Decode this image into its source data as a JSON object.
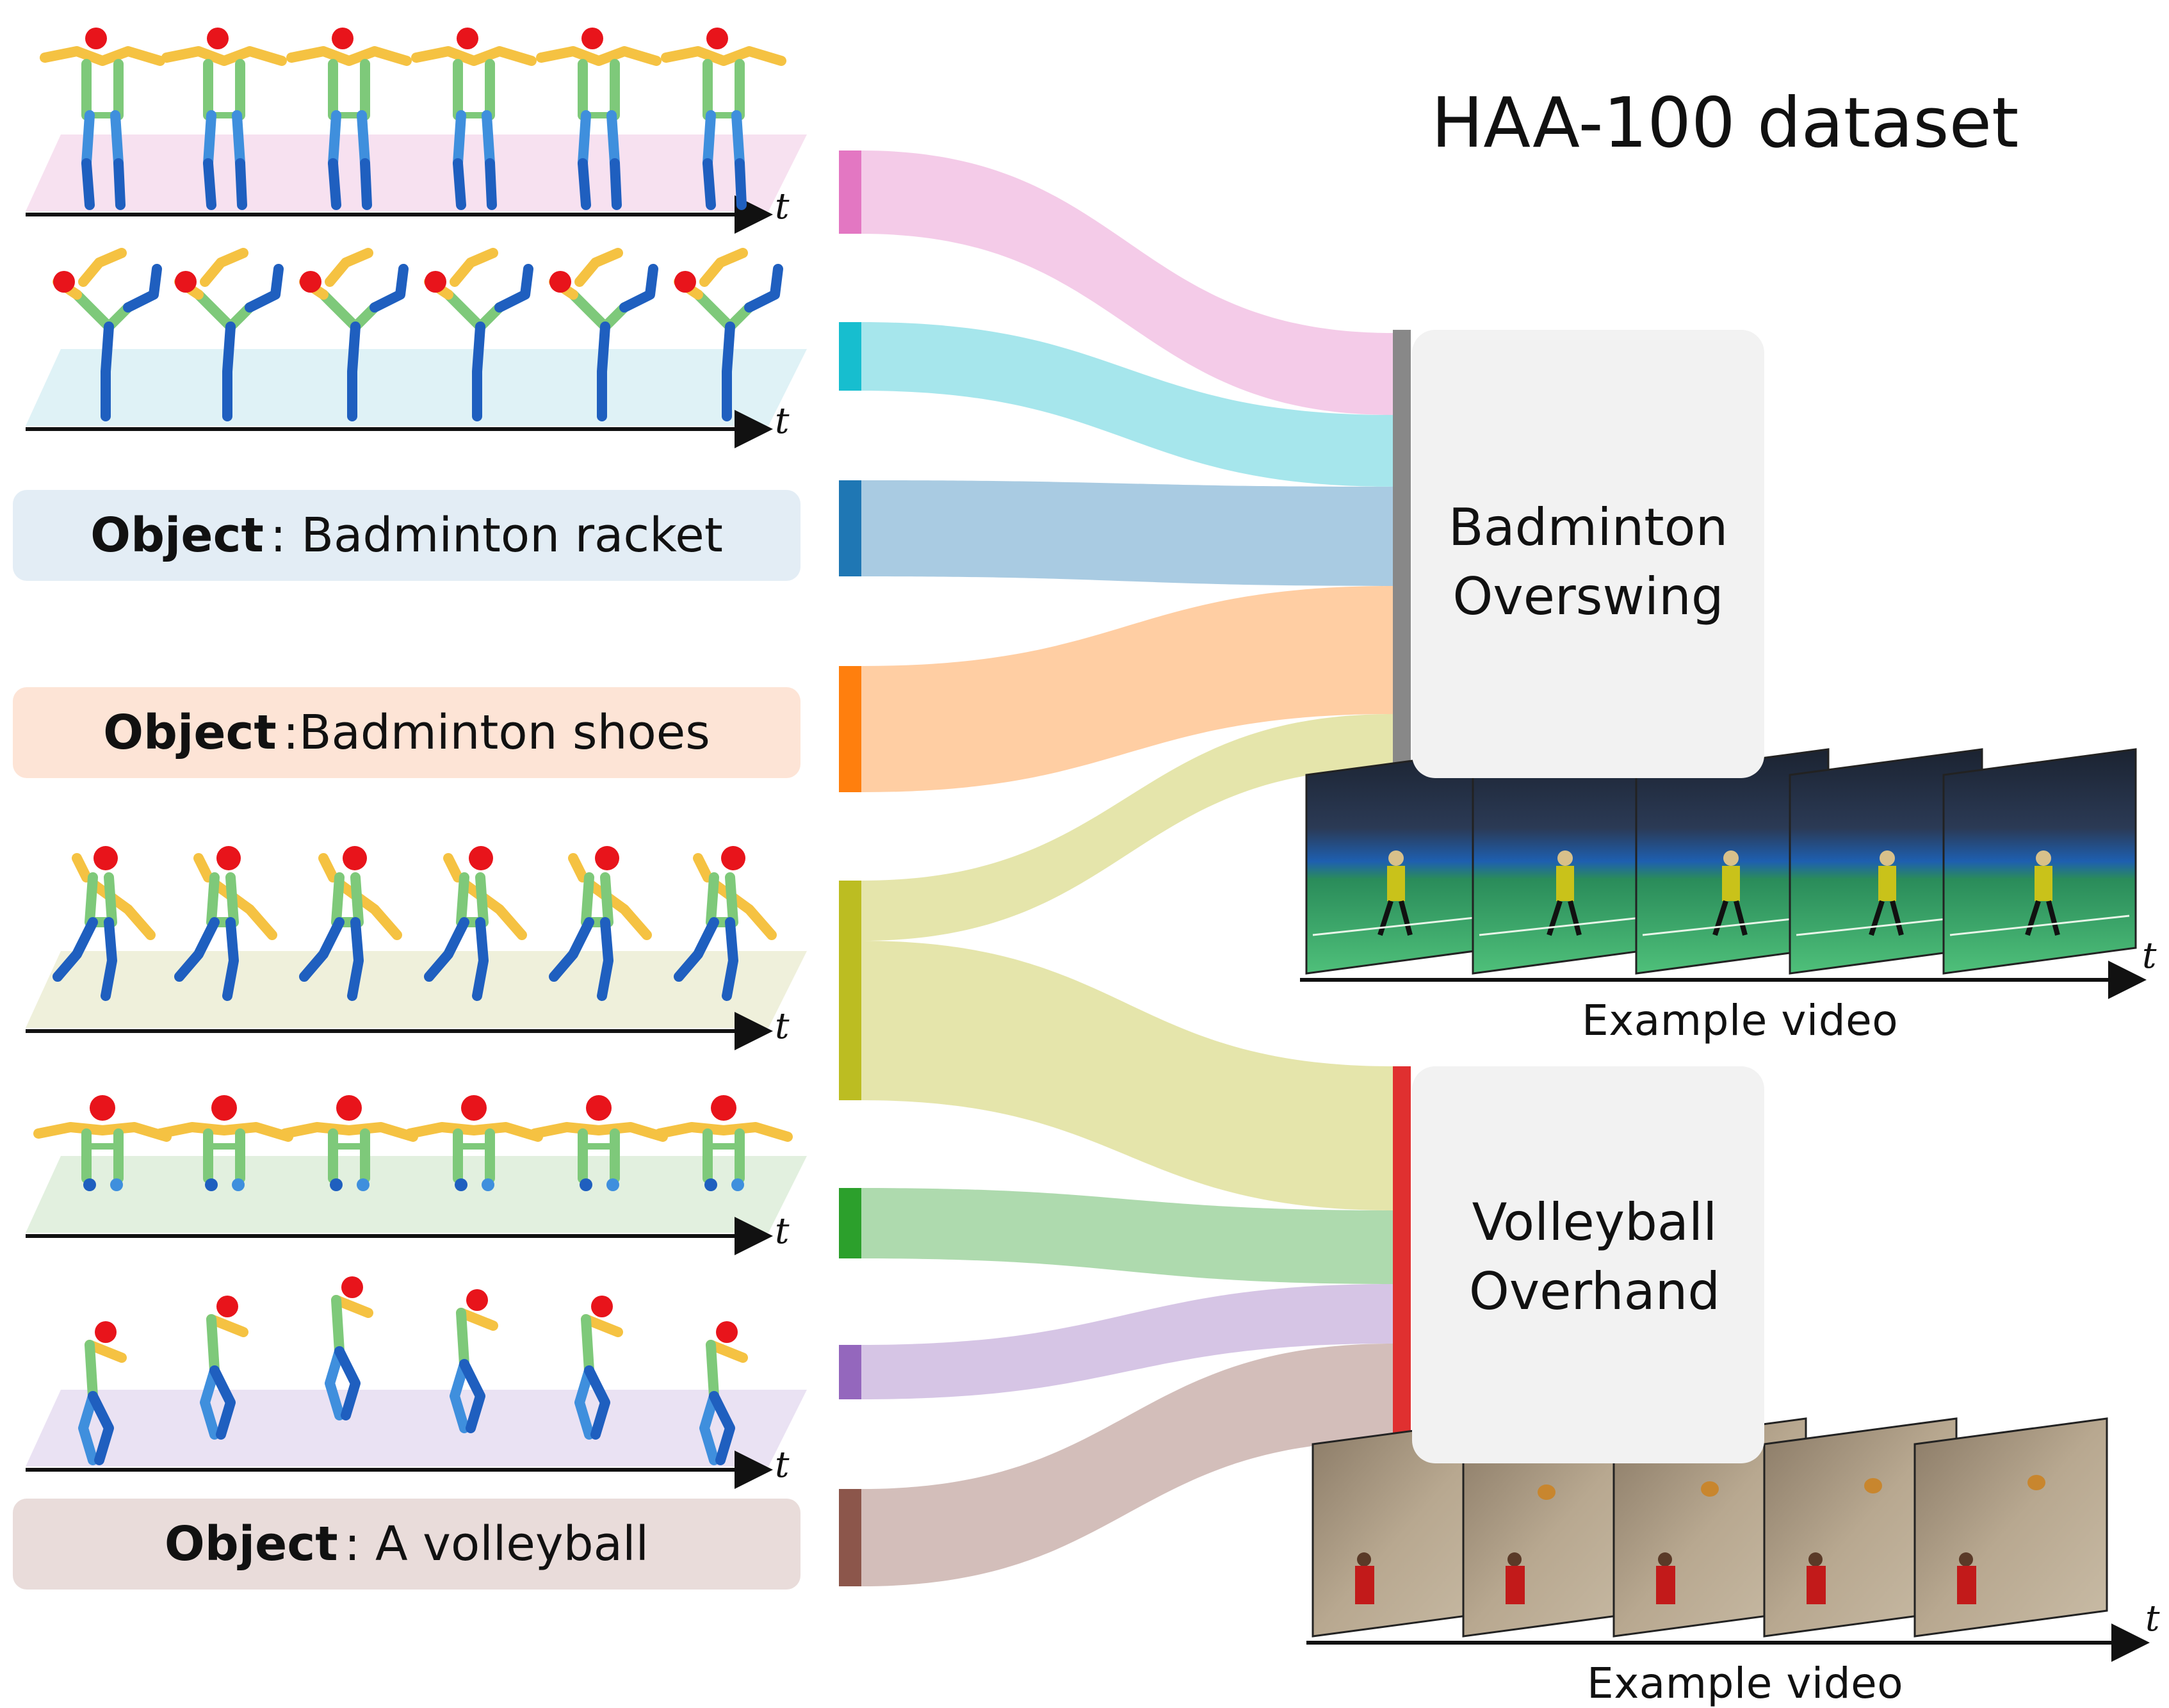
{
  "title": "HAA-100 dataset",
  "time_axis_label": "t",
  "objects": [
    {
      "bold": "Object",
      "text": " : Badminton racket",
      "bg": "#e3edf5"
    },
    {
      "bold": "Object",
      "text": " :Badminton shoes",
      "bg": "#fde4d6"
    },
    {
      "bold": "Object",
      "text": " : A volleyball",
      "bg": "#e9dcda"
    }
  ],
  "actions": [
    {
      "line1": "Badminton",
      "line2": "Overswing",
      "video_label": "Example video",
      "bar_color": "#888888"
    },
    {
      "line1": "Volleyball",
      "line2": "Overhand",
      "video_label": "Example video",
      "bar_color": "#e03030"
    }
  ],
  "flows": [
    {
      "color": "#e377c2"
    },
    {
      "color": "#17becf"
    },
    {
      "color": "#1f77b4"
    },
    {
      "color": "#ff7f0e"
    },
    {
      "color": "#bcbd22"
    },
    {
      "color": "#2ca02c"
    },
    {
      "color": "#9467bd"
    },
    {
      "color": "#8c564b"
    }
  ],
  "pose_rows": [
    {
      "plane_color": "#f7e1f0"
    },
    {
      "plane_color": "#dff2f6"
    },
    {
      "plane_color": "#eff0db"
    },
    {
      "plane_color": "#e2f0df"
    },
    {
      "plane_color": "#eae2f3"
    }
  ]
}
